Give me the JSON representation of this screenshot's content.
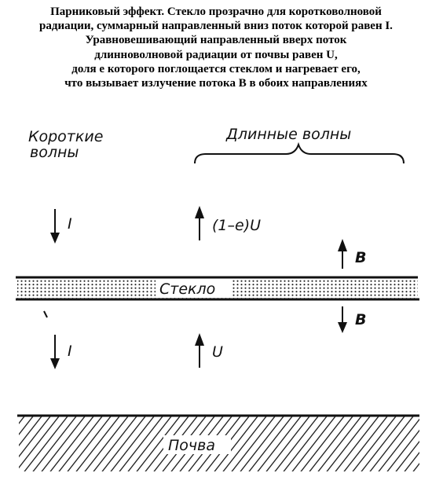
{
  "caption": {
    "lines": [
      "Парниковый эффект. Стекло прозрачно для коротковолновой",
      "радиации, суммарный направленный вниз поток которой равен I.",
      "Уравновешивающий направленный вверх поток",
      "длинноволновой радиации от почвы равен U,",
      "доля е которого поглощается стеклом и нагревает его,",
      "что вызывает излучение потока В в обоих направлениях"
    ]
  },
  "diagram": {
    "short_waves_line1": "Короткие",
    "short_waves_line2": "волны",
    "long_waves": "Длинные волны",
    "flux_I_top": "I",
    "flux_I_bottom": "I",
    "flux_absorbed": "(1–e)U",
    "flux_U": "U",
    "flux_B_up": "B",
    "flux_B_down": "B",
    "glass_label": "Стекло",
    "soil_label": "Почва"
  }
}
